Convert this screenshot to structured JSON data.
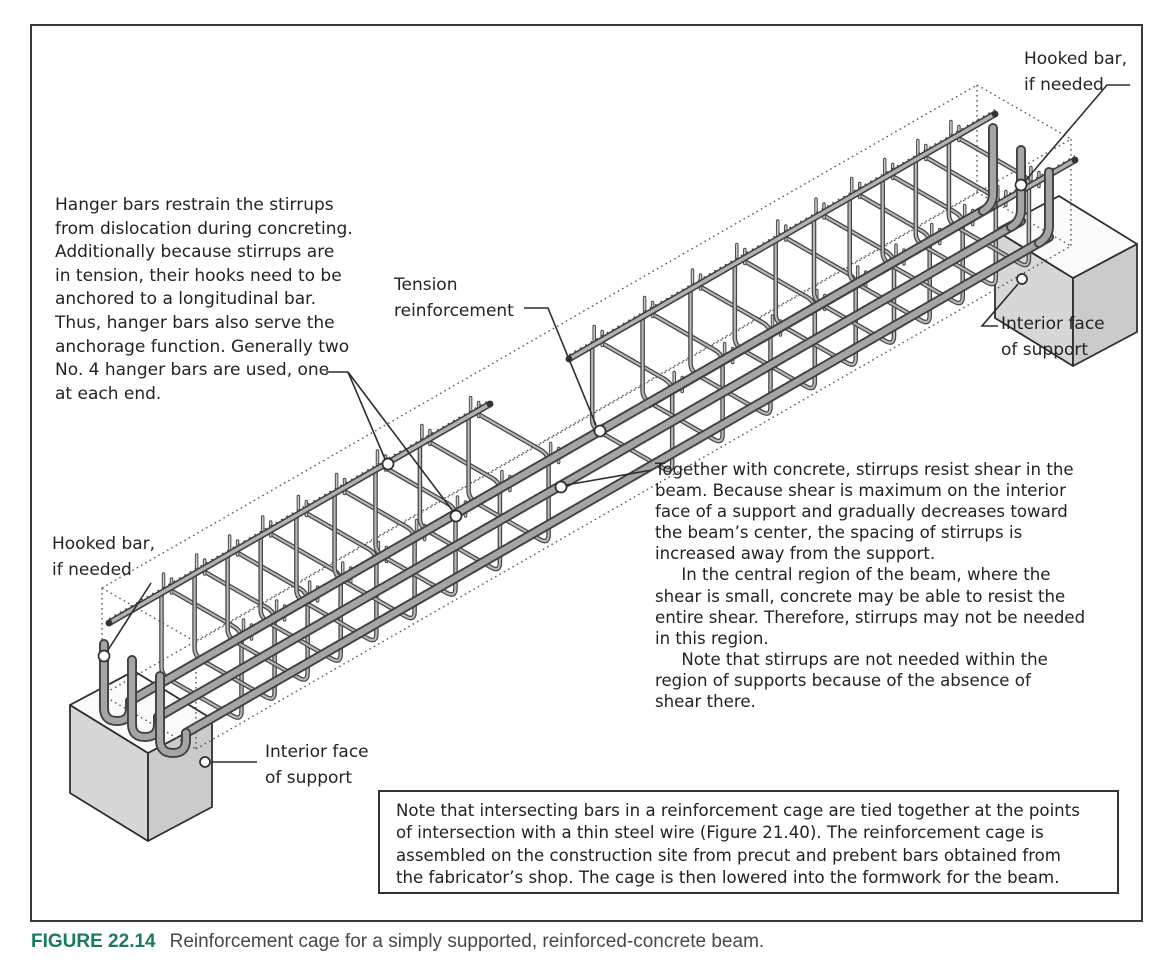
{
  "figure": {
    "caption_label": "FIGURE 22.14",
    "caption_text": "Reinforcement cage for a simply supported, reinforced-concrete beam.",
    "colors": {
      "caption_label": "#1a7a5e",
      "bar_gray": "#a5a5a5",
      "bar_outline": "#414141",
      "support_gray": "#d7d7d7",
      "leader": "#2d2d2d"
    }
  },
  "annotations": {
    "hanger_note": "Hanger bars restrain the stirrups\nfrom dislocation during concreting.\nAdditionally because stirrups are\nin tension, their hooks need to be\nanchored to a longitudinal bar.\nThus, hanger bars also serve the\nanchorage function. Generally two\nNo. 4 hanger bars are used, one\nat each end.",
    "tension_label": "Tension\nreinforcement",
    "hooked_bar_top_right": "Hooked bar,\nif needed",
    "hooked_bar_left": "Hooked bar,\nif needed",
    "interior_face_right": "Interior face\nof support",
    "interior_face_left": "Interior face\nof support",
    "stirrup_note": "Together with concrete, stirrups resist shear in the\nbeam. Because shear is maximum on the interior\nface of a support and gradually decreases toward\nthe beam’s center, the spacing of stirrups is\nincreased away from the support.\n     In the central region of the beam, where the\nshear is small, concrete may be able to resist the\nentire shear. Therefore, stirrups may not be needed\nin this region.\n     Note that stirrups are not needed within the\nregion of supports because of the absence of\nshear there.",
    "box_note": "Note that intersecting bars in a reinforcement cage are tied together at the points\nof intersection with a thin steel wire (Figure 21.40). The reinforcement cage is\nassembled on the construction site from precut and prebent bars obtained from\nthe fabricator’s shop. The cage is then lowered into the formwork for the beam."
  }
}
